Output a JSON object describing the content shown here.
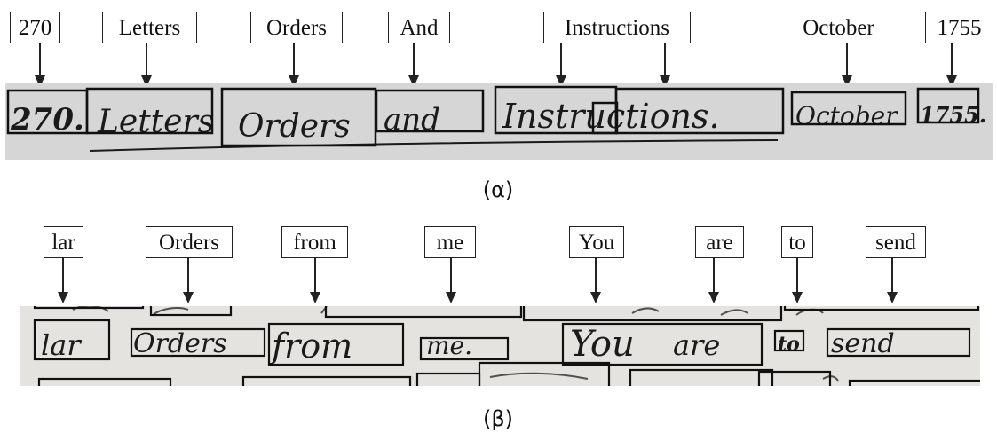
{
  "panel_a": {
    "caption": "(α)",
    "labels": [
      "270",
      "Letters",
      "Orders",
      "And",
      "Instructions",
      "October",
      "1755"
    ],
    "handwriting": [
      "270.",
      "Letters",
      "Orders",
      "and",
      "Instructions.",
      "October",
      "1755."
    ]
  },
  "panel_b": {
    "caption": "(β)",
    "labels": [
      "lar",
      "Orders",
      "from",
      "me",
      "You",
      "are",
      "to",
      "send"
    ],
    "handwriting": [
      "lar",
      "Orders",
      "from",
      "me.",
      "You",
      "are",
      "to",
      "send"
    ]
  },
  "colors": {
    "strip_a": "#d6d6d6",
    "strip_b": "#e4e3df",
    "ink": "#1a1a1a"
  }
}
